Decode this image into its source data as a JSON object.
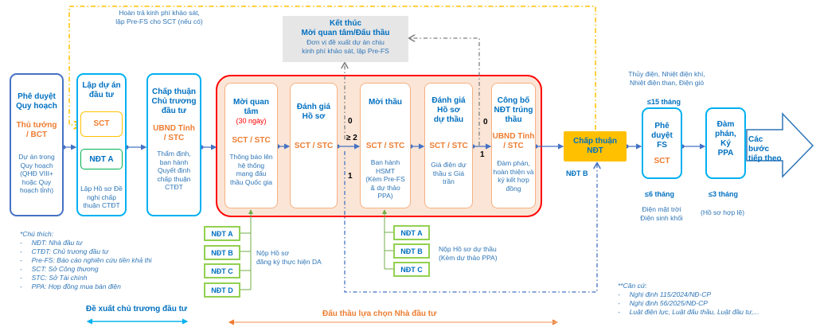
{
  "top_note": "Hoàn trả kinh phí khảo sát,\nlập Pre-FS cho SCT (nếu có)",
  "end_box": {
    "title": "Kết thúc\nMời quan tâm/Đấu thầu",
    "desc": "Đơn vị đề xuất dự án chịu\nkinh phí khảo sát, lập Pre-FS"
  },
  "step1": {
    "title": "Phê duyệt\nQuy hoạch",
    "org": "Thủ tướng\n/ BCT",
    "desc": "Dự án trong\nQuy hoạch\n(QHĐ VIII+\nhoặc Quy\nhoạch tỉnh)"
  },
  "step2": {
    "title": "Lập dự án\nđầu tư",
    "sct": "SCT",
    "ndt": "NĐT A",
    "desc": "Lập Hồ sơ Đề\nnghị chấp\nthuận CTĐT"
  },
  "step3": {
    "title": "Chấp thuận\nChủ trương\nđầu tư",
    "org": "UBND Tỉnh\n/ STC",
    "desc": "Thẩm định,\nban hành\nQuyết định\nchấp thuận\nCTĐT"
  },
  "bidding": [
    {
      "title": "Mời quan\ntâm",
      "note": "(30 ngày)",
      "org": "SCT / STC",
      "desc": "Thông báo lên\nhệ thống\nmạng đấu\nthầu Quốc gia"
    },
    {
      "title": "Đánh giá\nHồ sơ",
      "org": "SCT / STC",
      "desc": ""
    },
    {
      "title": "Mời thầu",
      "org": "SCT / STC",
      "desc": "Ban hành\nHSMT\n(Kèm Pre-FS\n& dự thảo\nPPA)"
    },
    {
      "title": "Đánh giá\nHồ sơ\ndự thầu",
      "org": "SCT / STC",
      "desc": "Giá điện dự\nthầu ≤ Giá\ntrần"
    },
    {
      "title": "Công bố\nNĐT trúng\nthầu",
      "org": "UBND Tỉnh\n/ STC",
      "desc": "Đàm phán,\nhoàn thiện và\nký kết hợp\nđồng"
    }
  ],
  "branch_labels": {
    "a0": "0",
    "a2": "≥ 2",
    "a1": "1",
    "b0": "0",
    "b1": "1"
  },
  "approve_ndt": {
    "title": "Chấp thuận\nNĐT",
    "below": "NĐT B"
  },
  "fs": {
    "title": "Phê\nduyệt\nFS",
    "org": "SCT",
    "above": "≤15 tháng",
    "below": "≤6 tháng"
  },
  "ppa": {
    "title": "Đàm\nphán,\nKý\nPPA",
    "below": "≤3 tháng",
    "note": "(Hồ sơ hợp lệ)"
  },
  "next_steps": "Các bước\ntiếp theo",
  "fs_types_top": "Thủy điện, Nhiệt điện khí,\nNhiệt điện than, Điện gió",
  "fs_types_bottom": "Điện mặt trời\nĐiện sinh khối",
  "investors_interest": {
    "items": [
      "NĐT A",
      "NĐT B",
      "NĐT C",
      "NĐT D"
    ],
    "label": "Nộp Hồ sơ\nđăng ký thực hiện DA"
  },
  "investors_bid": {
    "items": [
      "NĐT A",
      "NĐT B",
      "NĐT C"
    ],
    "label": "Nộp Hồ sơ dự thầu\n(Kèm dự thảo PPA)"
  },
  "legend": {
    "title": "*Chú thích:",
    "items": [
      "-     NĐT: Nhà đầu tư",
      "-     CTĐT: Chủ trương đầu tư",
      "-     Pre-FS: Báo cáo nghiên cứu tiền khả thi",
      "-     SCT: Sở Công thương",
      "-     STC: Sở Tài chính",
      "-     PPA: Hợp đồng mua bán điện"
    ]
  },
  "basis": {
    "title": "**Căn cứ:",
    "items": [
      "-     Nghị định 115/2024/NĐ-CP",
      "-     Nghị định 56/2025/NĐ-CP",
      "-     Luật điện lực, Luật đấu thầu, Luật đầu tư,..."
    ]
  },
  "phase_labels": {
    "proposal": "Đề xuất chủ trương đầu tư",
    "bidding": "Đấu thầu lựa chọn Nhà đầu tư"
  },
  "colors": {
    "blue": "#0070c0",
    "orange": "#ed7d31",
    "red": "#ff0000",
    "yellow": "#ffc000",
    "green": "#92d050",
    "cyan": "#00b0f0"
  }
}
